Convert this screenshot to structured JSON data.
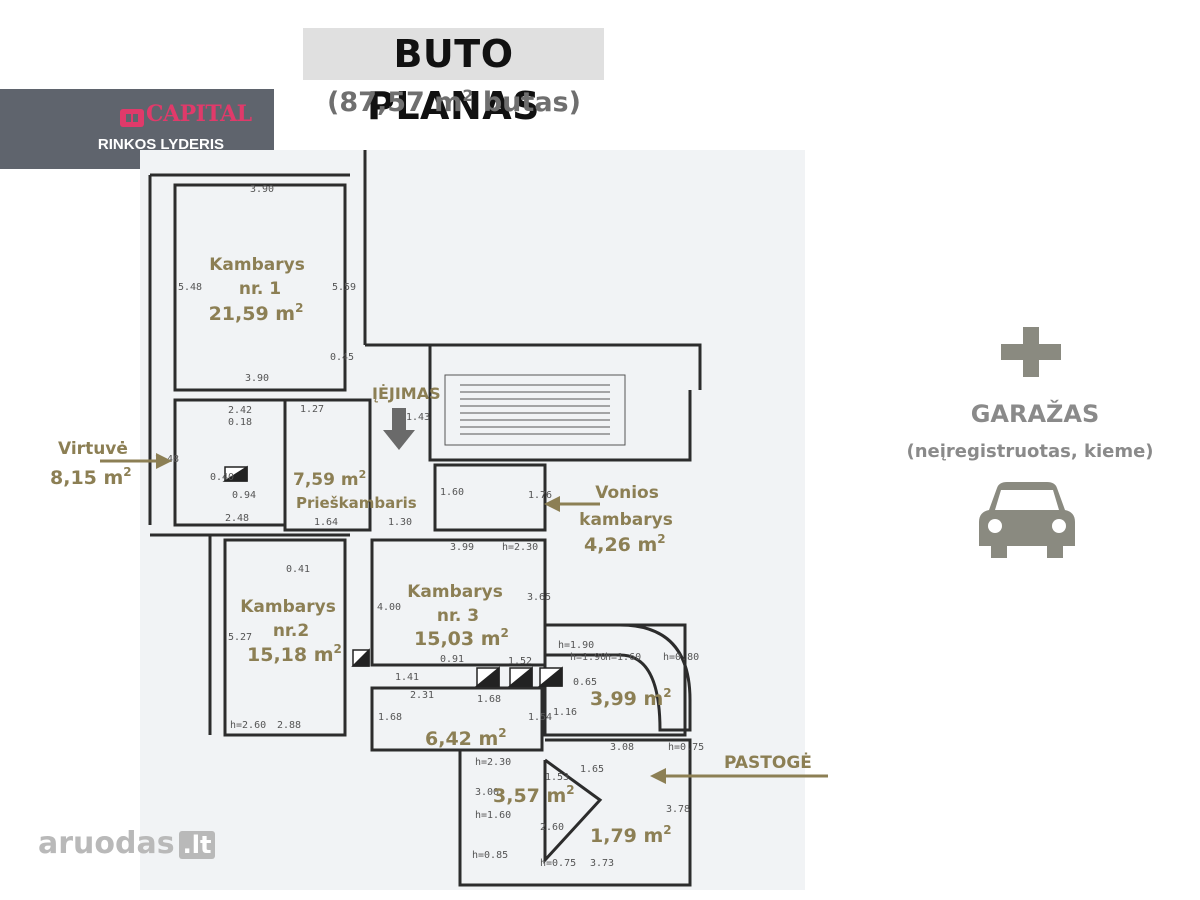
{
  "title": "BUTO PLANAS",
  "subtitle_value": "87,57 m",
  "subtitle_suffix": "butas",
  "brand": {
    "name": "CAPITAL",
    "tagline": "RINKOS LYDERIS",
    "accent_color": "#e03a6a",
    "panel_color": "#5f646d"
  },
  "label_color": "#8c7f54",
  "rooms": {
    "kambarys1": {
      "line1": "Kambarys",
      "line2": "nr. 1",
      "area": "21,59 m"
    },
    "virtuve": {
      "line1": "Virtuvė",
      "area": "8,15 m"
    },
    "prieskambaris": {
      "area": "7,59 m",
      "name": "Prieškambaris"
    },
    "ejimas": "ĮĖJIMAS",
    "vonios": {
      "line1": "Vonios",
      "line2": "kambarys",
      "area": "4,26 m"
    },
    "kambarys3": {
      "line1": "Kambarys",
      "line2": "nr. 3",
      "area": "15,03 m"
    },
    "kambarys2": {
      "line1": "Kambarys",
      "line2": "nr.2",
      "area": "15,18 m"
    },
    "r399": "3,99 m",
    "r642": "6,42 m",
    "r357": "3,57 m",
    "r179": "1,79 m",
    "pastoge": "PASTOGĖ"
  },
  "dims": {
    "d390top": "3.90",
    "d390mid": "3.90",
    "d548": "5.48",
    "d559": "5.59",
    "d045": "0.45",
    "d242": "2.42",
    "d018": "0.18",
    "d127": "1.27",
    "d348": "3.48",
    "d040": "0.40",
    "d094": "0.94",
    "d248": "2.48",
    "d164": "1.64",
    "d130": "1.30",
    "d399": "3.99",
    "h230": "h=2.30",
    "d041": "0.41",
    "d527": "5.27",
    "d400": "4.00",
    "d365": "3.65",
    "d091": "0.91",
    "d152": "1.52",
    "d141": "1.41",
    "d231": "2.31",
    "d168a": "1.68",
    "d168b": "1.68",
    "d154": "1.54",
    "d116": "1.16",
    "d065": "0.65",
    "h190a": "h=1.90",
    "h190b": "h=1.90",
    "h160": "h=1.60",
    "h080": "h=0.80",
    "d308": "3.08",
    "h075a": "h=0.75",
    "d378": "3.78",
    "h230b": "h=2.30",
    "d300": "3.00",
    "h160b": "h=1.60",
    "d260": "2.60",
    "h085": "h=0.85",
    "h075b": "h=0.75",
    "d373": "3.73",
    "h260": "h=2.60",
    "d288": "2.88",
    "d153": "1.53",
    "d165": "1.65",
    "d143": "1.43",
    "d176": "1.76",
    "d160": "1.60"
  },
  "garage": {
    "title": "GARAŽAS",
    "note": "(neįregistruotas, kieme)",
    "icon": "car-icon",
    "plus_icon": "plus-icon",
    "icon_color": "#8a8a80"
  },
  "watermark": {
    "name": "aruodas",
    "tld": ".lt"
  }
}
